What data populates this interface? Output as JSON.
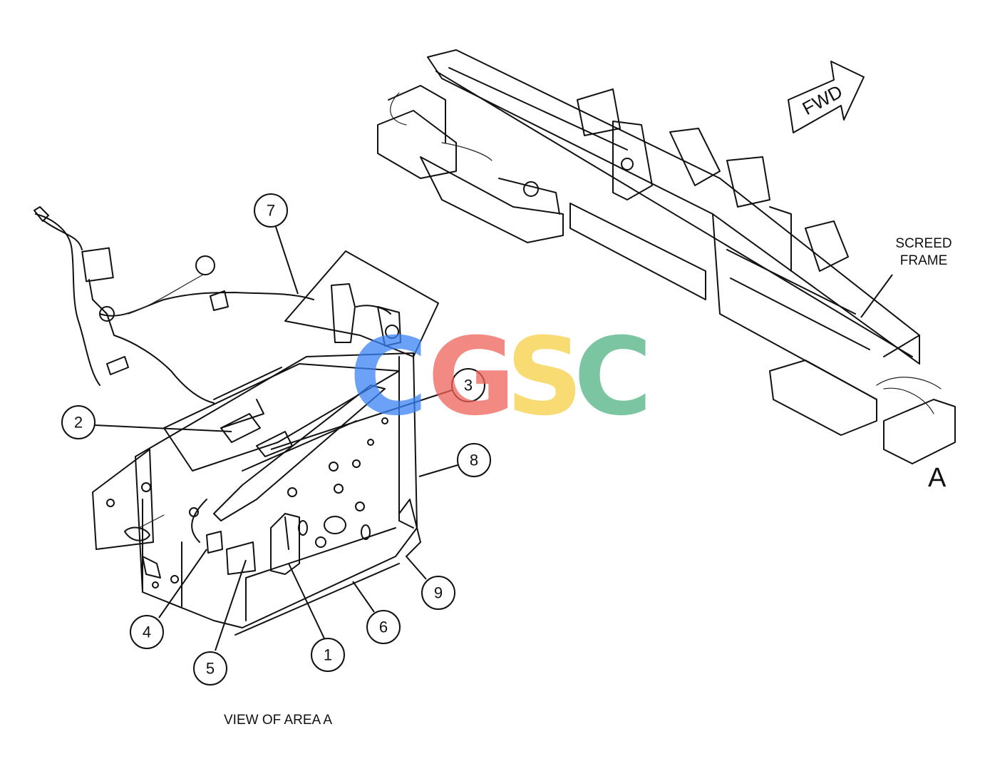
{
  "diagram": {
    "callouts": [
      {
        "id": "1",
        "label": "1"
      },
      {
        "id": "2",
        "label": "2"
      },
      {
        "id": "3",
        "label": "3"
      },
      {
        "id": "4",
        "label": "4"
      },
      {
        "id": "5",
        "label": "5"
      },
      {
        "id": "6",
        "label": "6"
      },
      {
        "id": "7",
        "label": "7"
      },
      {
        "id": "8",
        "label": "8"
      },
      {
        "id": "9",
        "label": "9"
      }
    ],
    "screed_frame_label_line1": "SCREED",
    "screed_frame_label_line2": "FRAME",
    "fwd_arrow_label": "FWD",
    "area_letter": "A",
    "caption": "VIEW OF AREA A"
  },
  "watermark": {
    "letters": [
      "C",
      "G",
      "S",
      "C"
    ],
    "colors": [
      "#3b82f6",
      "#f0625a",
      "#f8cf45",
      "#4fb283"
    ]
  }
}
